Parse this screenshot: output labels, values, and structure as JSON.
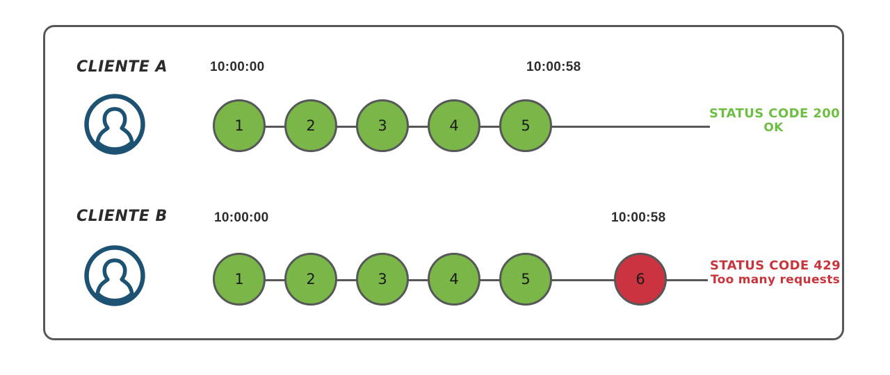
{
  "diagram": {
    "title_present": false,
    "colors": {
      "frame_border": "#555759",
      "node_green": "#7AB648",
      "node_red": "#CC3340",
      "node_border": "#555759",
      "connector": "#555759",
      "avatar_stroke": "#1D5272",
      "status_ok": "#6EBE44",
      "status_error": "#C8353C",
      "background": "#FFFFFF"
    },
    "rows": [
      {
        "id": "cliente-a",
        "label": "CLIENTE A",
        "avatar_icon": "user-avatar-icon",
        "start_time": "10:00:00",
        "end_time": "10:00:58",
        "nodes": [
          {
            "label": "1",
            "state": "ok"
          },
          {
            "label": "2",
            "state": "ok"
          },
          {
            "label": "3",
            "state": "ok"
          },
          {
            "label": "4",
            "state": "ok"
          },
          {
            "label": "5",
            "state": "ok"
          }
        ],
        "status": {
          "line1": "STATUS CODE 200",
          "line2": "OK",
          "type": "ok"
        }
      },
      {
        "id": "cliente-b",
        "label": "CLIENTE B",
        "avatar_icon": "user-avatar-icon",
        "start_time": "10:00:00",
        "end_time": "10:00:58",
        "nodes": [
          {
            "label": "1",
            "state": "ok"
          },
          {
            "label": "2",
            "state": "ok"
          },
          {
            "label": "3",
            "state": "ok"
          },
          {
            "label": "4",
            "state": "ok"
          },
          {
            "label": "5",
            "state": "ok"
          },
          {
            "label": "6",
            "state": "error"
          }
        ],
        "status": {
          "line1": "STATUS CODE 429",
          "line2": "Too many requests",
          "type": "error"
        }
      }
    ]
  }
}
